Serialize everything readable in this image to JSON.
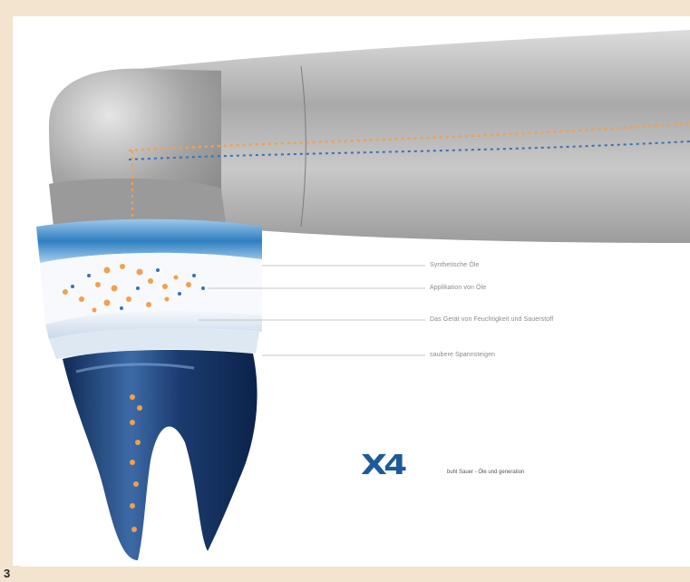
{
  "page": {
    "number": "3"
  },
  "callouts": [
    {
      "id": "callout-1",
      "text": "Synthetische Öle"
    },
    {
      "id": "callout-2",
      "text": "Applikation von Öle"
    },
    {
      "id": "callout-3",
      "text": "Das Gerät von Feuchtigkeit und Sauerstoff"
    },
    {
      "id": "callout-4",
      "text": "saubere Spannsteigen"
    }
  ],
  "brand": {
    "logo": "X4",
    "tagline": "buhl Sauer - Öle und generation",
    "color": "#1d5a9a"
  },
  "colors": {
    "background": "#f3e4cf",
    "handpiece": "#b9b9b9",
    "tooth": "#1f3f73",
    "oil_particles": "#f0a050",
    "blue_particles": "#3b6fb6"
  }
}
